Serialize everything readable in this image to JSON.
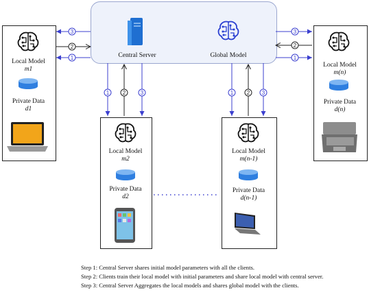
{
  "server": {
    "central_label": "Central Server",
    "global_label": "Global Model"
  },
  "clients": {
    "c1": {
      "model_label": "Local Model",
      "model_id": "m1",
      "data_label": "Private Data",
      "data_id": "d1"
    },
    "c2": {
      "model_label": "Local Model",
      "model_id": "m2",
      "data_label": "Private Data",
      "data_id": "d2"
    },
    "cn1": {
      "model_label": "Local Model",
      "model_id": "m(n-1)",
      "data_label": "Private Data",
      "data_id": "d(n-1)"
    },
    "cn": {
      "model_label": "Local Model",
      "model_id": "m(n)",
      "data_label": "Private Data",
      "data_id": "d(n)"
    }
  },
  "step_markers": [
    "1",
    "2",
    "3"
  ],
  "steps": [
    "Step 1: Central Server shares initial model parameters with all the clients.",
    "Step 2: Clients train their local model with initial parameters and share local model with central server.",
    "Step 3: Central Server Aggregates the local models and shares global model with the clients."
  ],
  "colors": {
    "blue_arrow": "#3b3fcf",
    "black_arrow": "#222222",
    "server_fill": "#eef2fb",
    "server_border": "#9aa6cf",
    "db_blue": "#2f7fe0"
  },
  "icons": [
    "server-icon",
    "brain-icon",
    "database-icon",
    "laptop-icon",
    "phone-icon"
  ]
}
